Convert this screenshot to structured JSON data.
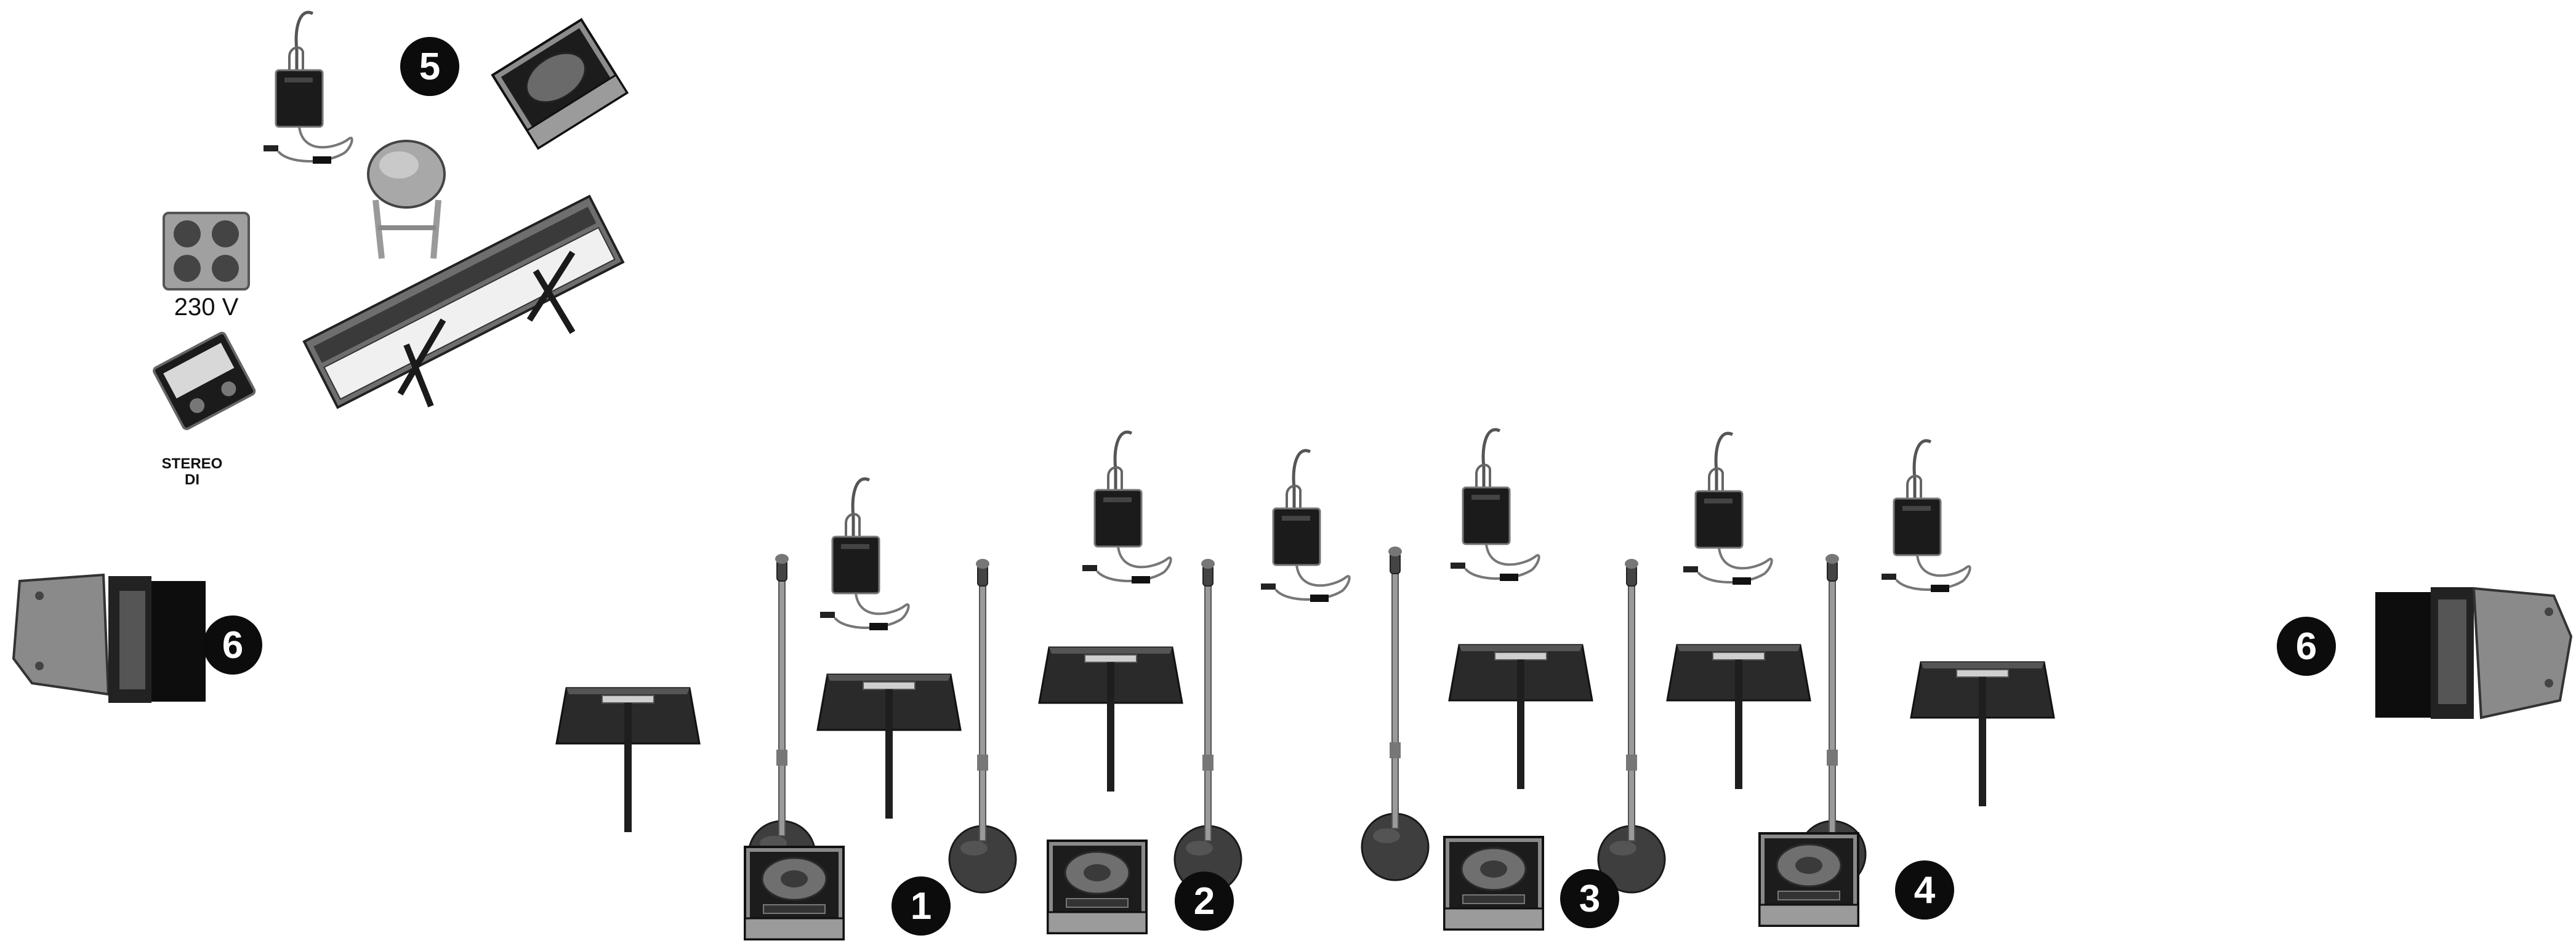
{
  "power": {
    "label": "230 V"
  },
  "stereo_di": {
    "line1": "STEREO",
    "line2": "DI"
  },
  "numbers": {
    "monitor_1": "1",
    "monitor_2": "2",
    "monitor_3": "3",
    "monitor_4": "4",
    "keys_monitor": "5",
    "side_fill_left": "6",
    "side_fill_right": "6"
  },
  "icons": {
    "bodypack": "wireless-bodypack-icon",
    "mic_stand": "microphone-stand-icon",
    "music_stand": "music-stand-icon",
    "wedge": "wedge-monitor-icon",
    "stool": "stool-icon",
    "keyboard": "keyboard-on-stand-icon",
    "power_outlet": "power-outlet-icon",
    "di_box": "di-box-icon",
    "side_fill": "side-fill-speaker-icon"
  }
}
